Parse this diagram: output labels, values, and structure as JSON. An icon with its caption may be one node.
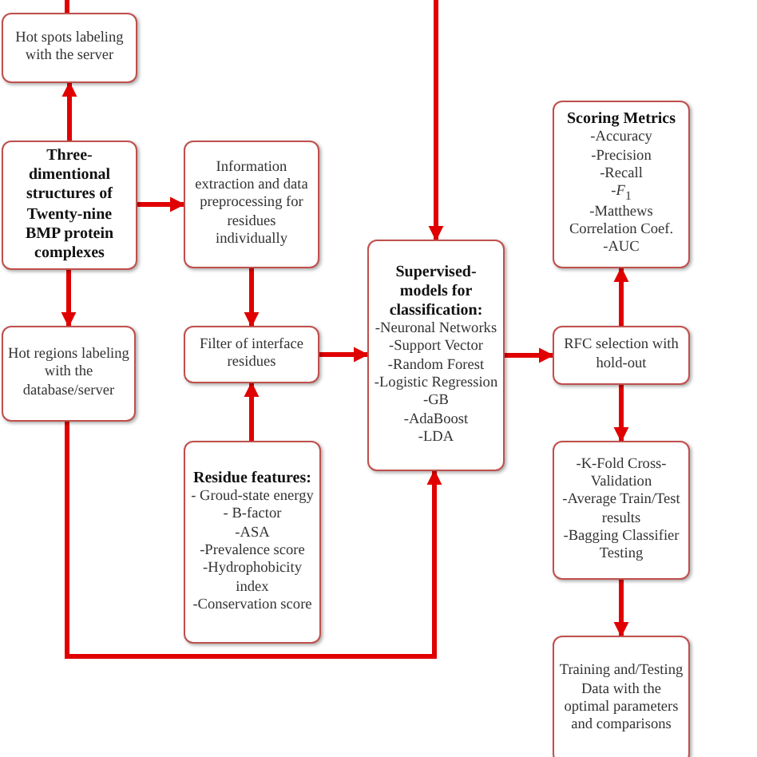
{
  "diagram": {
    "nodes": [
      {
        "text": [
          "Hot spots labeling with the server"
        ]
      },
      {
        "text": [
          "Three-dimentional structures of Twenty-nine BMP protein complexes"
        ]
      },
      {
        "text": [
          "Information extraction and data preprocessing for residues individually"
        ]
      },
      {
        "text": [
          "Hot regions labeling with the database/server"
        ]
      },
      {
        "text": [
          "Filter of interface residues"
        ]
      },
      {
        "text": [
          "Residue features:",
          "- Groud-state energy",
          "- B-factor",
          "-ASA",
          "-Prevalence score",
          "-Hydrophobicity index",
          "-Conservation score"
        ]
      },
      {
        "text": [
          "Supervised-models for classification:",
          "-Neuronal Networks",
          "-Support Vector",
          "-Random Forest",
          "-Logistic Regression",
          "-GB",
          "-AdaBoost",
          "-LDA"
        ]
      },
      {
        "text": [
          "Scoring Metrics",
          "-Accuracy",
          "-Precision",
          "-Recall",
          "-*F*$_{1}$",
          "-Matthews Correlation Coef.",
          "-AUC"
        ]
      },
      {
        "text": [
          "RFC selection with hold-out"
        ]
      },
      {
        "text": [
          "-K-Fold Cross-Validation",
          "-Average Train/Test results",
          "-Bagging Classifier Testing"
        ]
      },
      {
        "text": [
          "Training and/Testing Data with the optimal parameters and comparisons"
        ]
      }
    ],
    "edges": [
      {
        "from": 1,
        "to": 0,
        "arrow": "to"
      },
      {
        "from": 1,
        "to": 2,
        "arrow": "to"
      },
      {
        "from": 1,
        "to": 3,
        "arrow": "to"
      },
      {
        "from": 2,
        "to": 4,
        "arrow": "to"
      },
      {
        "from": 5,
        "to": 4,
        "arrow": "to"
      },
      {
        "from": 4,
        "to": 6,
        "arrow": "to"
      },
      {
        "from": 6,
        "to": 8,
        "arrow": "to"
      },
      {
        "from": 8,
        "to": 7,
        "arrow": "to"
      },
      {
        "from": 8,
        "to": 9,
        "arrow": "to"
      },
      {
        "from": 9,
        "to": 10,
        "arrow": "to"
      },
      {
        "from": 3,
        "to": 6,
        "arrow": "to"
      },
      {
        "from": 0,
        "to": null,
        "arrow": "none"
      },
      {
        "from": null,
        "to": 6,
        "arrow": "to"
      }
    ]
  }
}
